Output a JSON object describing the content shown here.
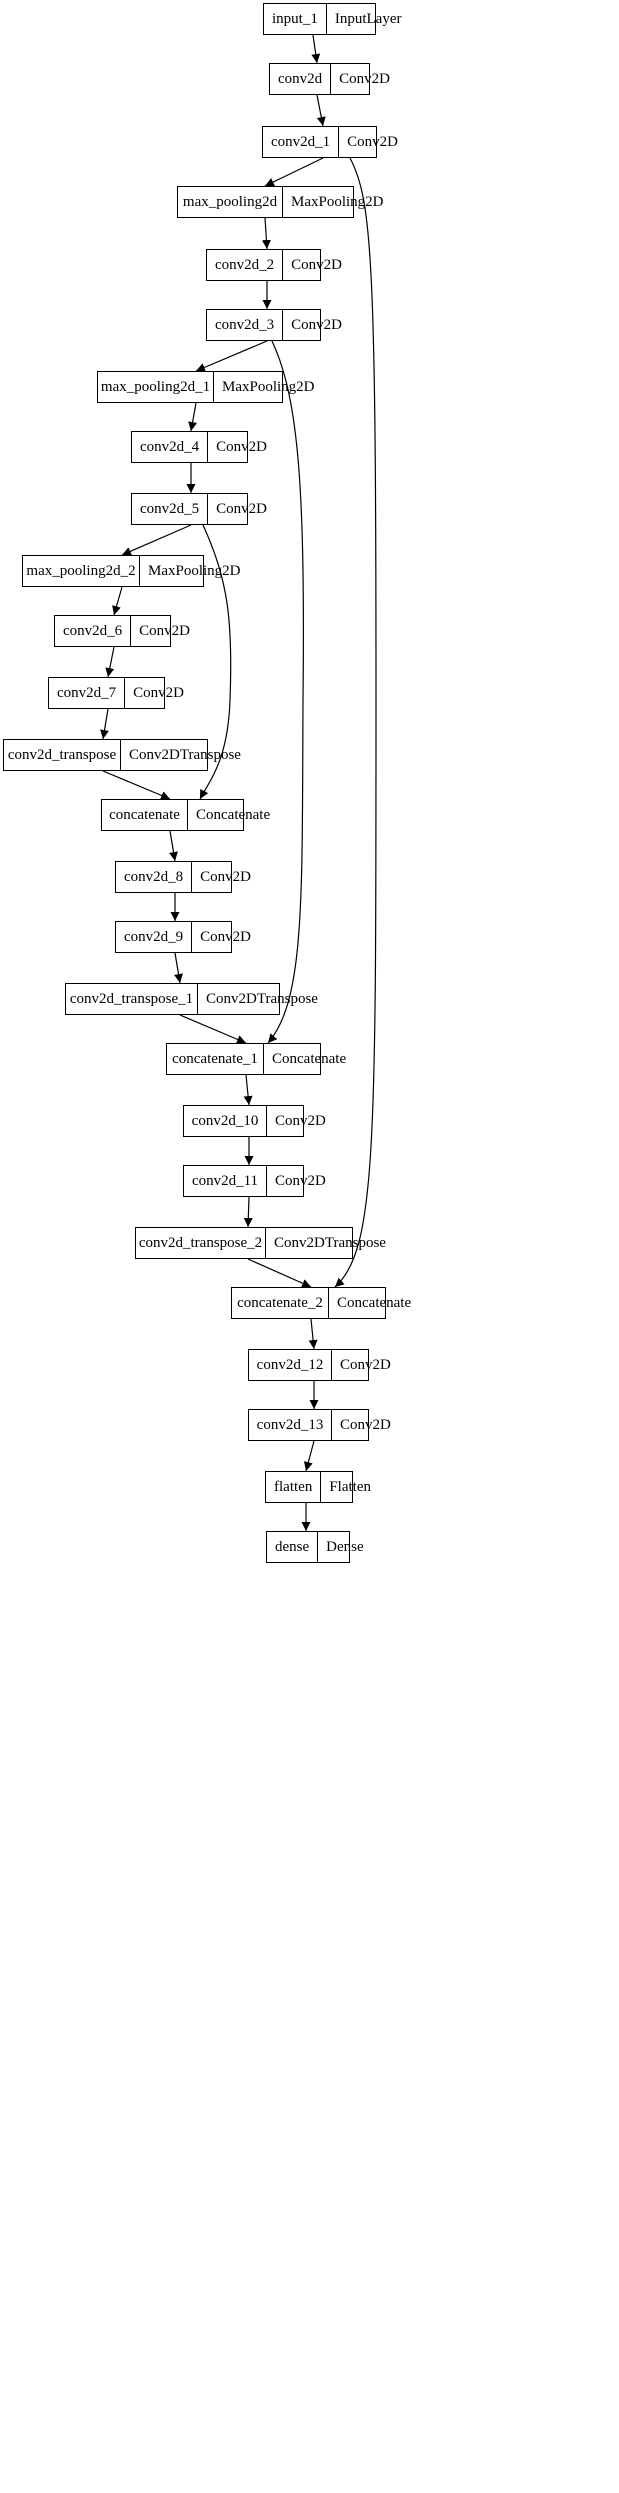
{
  "layers": [
    {
      "id": "input_1",
      "name": "input_1",
      "type": "InputLayer"
    },
    {
      "id": "conv2d",
      "name": "conv2d",
      "type": "Conv2D"
    },
    {
      "id": "conv2d_1",
      "name": "conv2d_1",
      "type": "Conv2D"
    },
    {
      "id": "max_pooling2d",
      "name": "max_pooling2d",
      "type": "MaxPooling2D"
    },
    {
      "id": "conv2d_2",
      "name": "conv2d_2",
      "type": "Conv2D"
    },
    {
      "id": "conv2d_3",
      "name": "conv2d_3",
      "type": "Conv2D"
    },
    {
      "id": "max_pooling2d_1",
      "name": "max_pooling2d_1",
      "type": "MaxPooling2D"
    },
    {
      "id": "conv2d_4",
      "name": "conv2d_4",
      "type": "Conv2D"
    },
    {
      "id": "conv2d_5",
      "name": "conv2d_5",
      "type": "Conv2D"
    },
    {
      "id": "max_pooling2d_2",
      "name": "max_pooling2d_2",
      "type": "MaxPooling2D"
    },
    {
      "id": "conv2d_6",
      "name": "conv2d_6",
      "type": "Conv2D"
    },
    {
      "id": "conv2d_7",
      "name": "conv2d_7",
      "type": "Conv2D"
    },
    {
      "id": "conv2d_transpose",
      "name": "conv2d_transpose",
      "type": "Conv2DTranspose"
    },
    {
      "id": "concatenate",
      "name": "concatenate",
      "type": "Concatenate"
    },
    {
      "id": "conv2d_8",
      "name": "conv2d_8",
      "type": "Conv2D"
    },
    {
      "id": "conv2d_9",
      "name": "conv2d_9",
      "type": "Conv2D"
    },
    {
      "id": "conv2d_transpose_1",
      "name": "conv2d_transpose_1",
      "type": "Conv2DTranspose"
    },
    {
      "id": "concatenate_1",
      "name": "concatenate_1",
      "type": "Concatenate"
    },
    {
      "id": "conv2d_10",
      "name": "conv2d_10",
      "type": "Conv2D"
    },
    {
      "id": "conv2d_11",
      "name": "conv2d_11",
      "type": "Conv2D"
    },
    {
      "id": "conv2d_transpose_2",
      "name": "conv2d_transpose_2",
      "type": "Conv2DTranspose"
    },
    {
      "id": "concatenate_2",
      "name": "concatenate_2",
      "type": "Concatenate"
    },
    {
      "id": "conv2d_12",
      "name": "conv2d_12",
      "type": "Conv2D"
    },
    {
      "id": "conv2d_13",
      "name": "conv2d_13",
      "type": "Conv2D"
    },
    {
      "id": "flatten",
      "name": "flatten",
      "type": "Flatten"
    },
    {
      "id": "dense",
      "name": "dense",
      "type": "Dense"
    }
  ],
  "edges": [
    {
      "from": "input_1",
      "to": "conv2d"
    },
    {
      "from": "conv2d",
      "to": "conv2d_1"
    },
    {
      "from": "conv2d_1",
      "to": "max_pooling2d"
    },
    {
      "from": "max_pooling2d",
      "to": "conv2d_2"
    },
    {
      "from": "conv2d_2",
      "to": "conv2d_3"
    },
    {
      "from": "conv2d_3",
      "to": "max_pooling2d_1"
    },
    {
      "from": "max_pooling2d_1",
      "to": "conv2d_4"
    },
    {
      "from": "conv2d_4",
      "to": "conv2d_5"
    },
    {
      "from": "conv2d_5",
      "to": "max_pooling2d_2"
    },
    {
      "from": "max_pooling2d_2",
      "to": "conv2d_6"
    },
    {
      "from": "conv2d_6",
      "to": "conv2d_7"
    },
    {
      "from": "conv2d_7",
      "to": "conv2d_transpose"
    },
    {
      "from": "conv2d_transpose",
      "to": "concatenate"
    },
    {
      "from": "conv2d_5",
      "to": "concatenate"
    },
    {
      "from": "concatenate",
      "to": "conv2d_8"
    },
    {
      "from": "conv2d_8",
      "to": "conv2d_9"
    },
    {
      "from": "conv2d_9",
      "to": "conv2d_transpose_1"
    },
    {
      "from": "conv2d_transpose_1",
      "to": "concatenate_1"
    },
    {
      "from": "conv2d_3",
      "to": "concatenate_1"
    },
    {
      "from": "concatenate_1",
      "to": "conv2d_10"
    },
    {
      "from": "conv2d_10",
      "to": "conv2d_11"
    },
    {
      "from": "conv2d_11",
      "to": "conv2d_transpose_2"
    },
    {
      "from": "conv2d_transpose_2",
      "to": "concatenate_2"
    },
    {
      "from": "conv2d_1",
      "to": "concatenate_2"
    },
    {
      "from": "concatenate_2",
      "to": "conv2d_12"
    },
    {
      "from": "conv2d_12",
      "to": "conv2d_13"
    },
    {
      "from": "conv2d_13",
      "to": "flatten"
    },
    {
      "from": "flatten",
      "to": "dense"
    }
  ]
}
